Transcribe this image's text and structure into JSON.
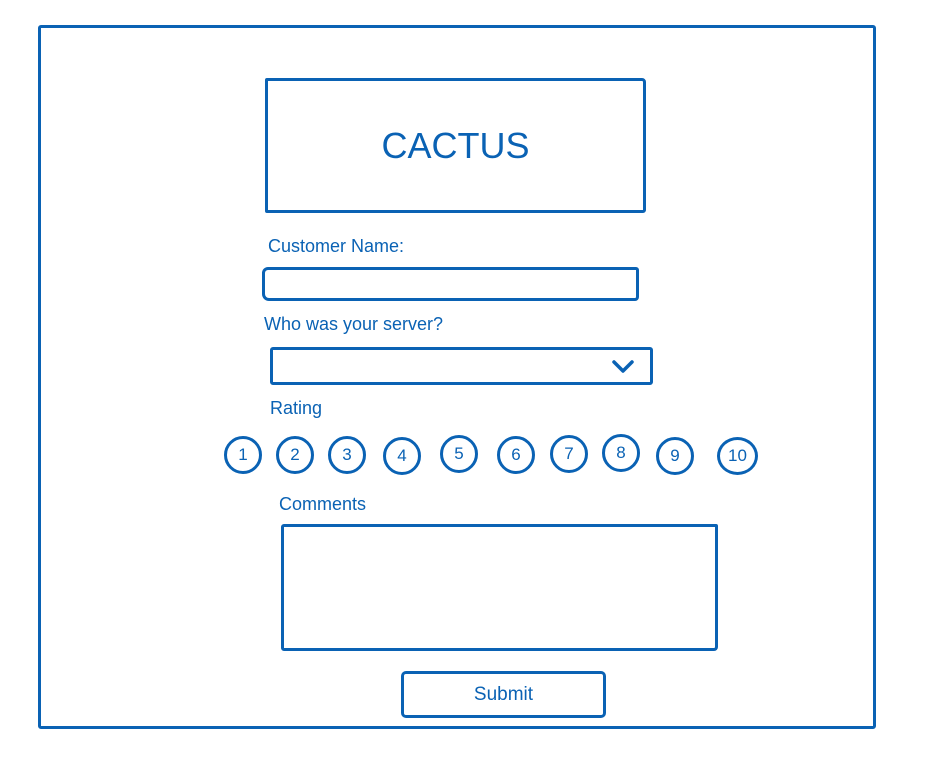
{
  "brand": {
    "logo_text": "CACTUS"
  },
  "form": {
    "customer_name_label": "Customer Name:",
    "customer_name_value": "",
    "server_label": "Who was your server?",
    "server_selected": "",
    "rating_label": "Rating",
    "rating_options": [
      "1",
      "2",
      "3",
      "4",
      "5",
      "6",
      "7",
      "8",
      "9",
      "10"
    ],
    "comments_label": "Comments",
    "comments_value": "",
    "submit_label": "Submit"
  },
  "icons": {
    "dropdown": "chevron-down-icon"
  },
  "colors": {
    "accent": "#0a62b4",
    "background": "#ffffff"
  }
}
